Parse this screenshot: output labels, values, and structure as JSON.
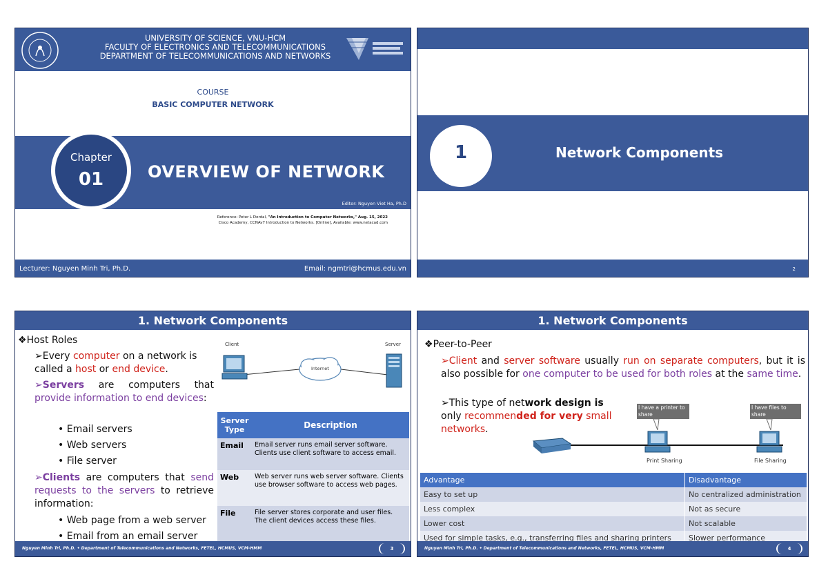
{
  "slide1": {
    "university": "UNIVERSITY OF SCIENCE, VNU-HCM",
    "faculty": "FACULTY OF ELECTRONICS AND TELECOMMUNICATIONS",
    "department": "DEPARTMENT OF TELECOMMUNICATIONS AND NETWORKS",
    "course_label": "COURSE",
    "course_name": "BASIC COMPUTER NETWORK",
    "chapter_label": "Chapter",
    "chapter_number": "01",
    "chapter_title": "OVERVIEW OF NETWORK",
    "editor": "Editor: Nguyen Viet Ha, Ph.D",
    "reference1_prefix": "Reference: Peter L Dordal, ",
    "reference1_bold": "\"An Introduction to Computer Networks,\" Aug. 15, 2022",
    "reference2": "Cisco Academy, CCNAv7 Introduction to Networks. [Online], Available: www.netacad.com",
    "lecturer": "Lecturer: Nguyen Minh Tri, Ph.D.",
    "email": "Email: ngmtri@hcmus.edu.vn"
  },
  "slide2": {
    "number": "1",
    "title": "Network Components",
    "page": "2"
  },
  "slide3": {
    "title": "1. Network Components",
    "host_roles": "Host Roles",
    "b1_pre": "Every ",
    "b1_computer": "computer",
    "b1_mid": " on a network is called a ",
    "b1_host": "host",
    "b1_or": " or ",
    "b1_end": "end device",
    "b1_dot": ".",
    "b2_servers": "Servers",
    "b2_mid": " are computers that ",
    "b2_provide": "provide information to end devices",
    "b2_colon": ":",
    "sub1": "Email servers",
    "sub2": "Web servers",
    "sub3": "File server",
    "b3_clients": "Clients",
    "b3_mid": " are computers that ",
    "b3_send": "send requests to the servers",
    "b3_end": " to retrieve information:",
    "sub4": "Web page from a web server",
    "sub5": "Email from an email server",
    "diagram_client": "Client",
    "diagram_server": "Server",
    "diagram_internet": "Internet",
    "table_header_type": "Server Type",
    "table_header_desc": "Description",
    "rows": [
      {
        "type": "Email",
        "desc": "Email server runs email server software. Clients use client software to access email."
      },
      {
        "type": "Web",
        "desc": "Web server runs web server software. Clients use browser software to access web pages."
      },
      {
        "type": "File",
        "desc": "File server stores corporate and user files. The client devices access these files."
      }
    ],
    "footer": "Nguyen Minh Tri, Ph.D.  •  Department of Telecommunications and Networks, FETEL, HCMUS, VCM-HMM",
    "page": "3"
  },
  "slide4": {
    "title": "1. Network Components",
    "p2p": "Peer-to-Peer",
    "b1_client": "Client",
    "b1_and": " and ",
    "b1_server": "server software",
    "b1_usually": " usually ",
    "b1_run": "run on separate computers",
    "b1_mid": ", but it is also possible for ",
    "b1_one": "one computer to be used for both roles",
    "b1_at": " at the ",
    "b1_same": "same time",
    "b1_dot": ".",
    "b2_pre": "This type of net",
    "b2_bold": "work design is",
    "b2_only": " only ",
    "b2_rec": "recommen",
    "b2_ded": "ded for very",
    "b2_small": " small networks",
    "b2_dot": ".",
    "callout1": "I have a printer to share",
    "callout2": "I have files to share",
    "label_print": "Print Sharing",
    "label_file": "File Sharing",
    "adv_header": "Advantage",
    "dis_header": "Disadvantage",
    "rows": [
      {
        "adv": "Easy to set up",
        "dis": "No centralized administration"
      },
      {
        "adv": "Less complex",
        "dis": "Not as secure"
      },
      {
        "adv": "Lower cost",
        "dis": "Not scalable"
      },
      {
        "adv": "Used for simple tasks, e.g., transferring files and sharing printers",
        "dis": "Slower performance"
      }
    ],
    "footer": "Nguyen Minh Tri, Ph.D.  •  Department of Telecommunications and Networks, FETEL, HCMUS, VCM-HMM",
    "page": "4"
  },
  "colors": {
    "header_blue": "#3c5a99",
    "dark_blue": "#2a4682",
    "red_text": "#d0231b",
    "purple_text": "#7b3fa0"
  }
}
